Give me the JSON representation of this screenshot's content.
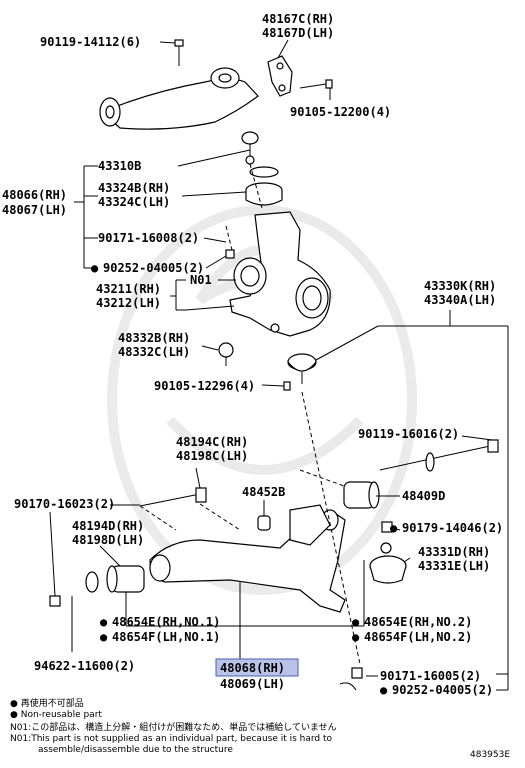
{
  "parts": {
    "p48167": [
      "48167C(RH)",
      "48167D(LH)"
    ],
    "p90119_14112": "90119-14112(6)",
    "p90105_12200": "90105-12200(4)",
    "p48066": [
      "48066(RH)",
      "48067(LH)"
    ],
    "p43310B": "43310B",
    "p43324": [
      "43324B(RH)",
      "43324C(LH)"
    ],
    "p90171_16008": "90171-16008(2)",
    "p90252_04005a": "90252-04005(2)",
    "pN01": "N01",
    "p43211": [
      "43211(RH)",
      "43212(LH)"
    ],
    "p48332": [
      "48332B(RH)",
      "48332C(LH)"
    ],
    "p90105_12296": "90105-12296(4)",
    "p43330": [
      "43330K(RH)",
      "43340A(LH)"
    ],
    "p90119_16016": "90119-16016(2)",
    "p48194C": [
      "48194C(RH)",
      "48198C(LH)"
    ],
    "p48409D": "48409D",
    "p90170_16023": "90170-16023(2)",
    "p48452B": "48452B",
    "p90179_14046": "90179-14046(2)",
    "p48194D": [
      "48194D(RH)",
      "48198D(LH)"
    ],
    "p43331": [
      "43331D(RH)",
      "43331E(LH)"
    ],
    "p48654_no1": [
      "48654E(RH,NO.1)",
      "48654F(LH,NO.1)"
    ],
    "p48654_no2": [
      "48654E(RH,NO.2)",
      "48654F(LH,NO.2)"
    ],
    "p94622_11600": "94622-11600(2)",
    "p48068": [
      "48068(RH)",
      "48069(LH)"
    ],
    "p90171_16005": "90171-16005(2)",
    "p90252_04005b": "90252-04005(2)"
  },
  "notes": {
    "bullet_ja": "再使用不可部品",
    "bullet_en": "Non-reusable part",
    "n01_ja": "N01:この部品は、構造上分解・組付けが困難なため、単品では補給していません",
    "n01_en_1": "N01:This part is not supplied as an individual part,  because it is hard to",
    "n01_en_2": "assemble/disassemble due to the structure"
  },
  "diagram_id": "483953E",
  "highlight_color": "#b9c3e8"
}
